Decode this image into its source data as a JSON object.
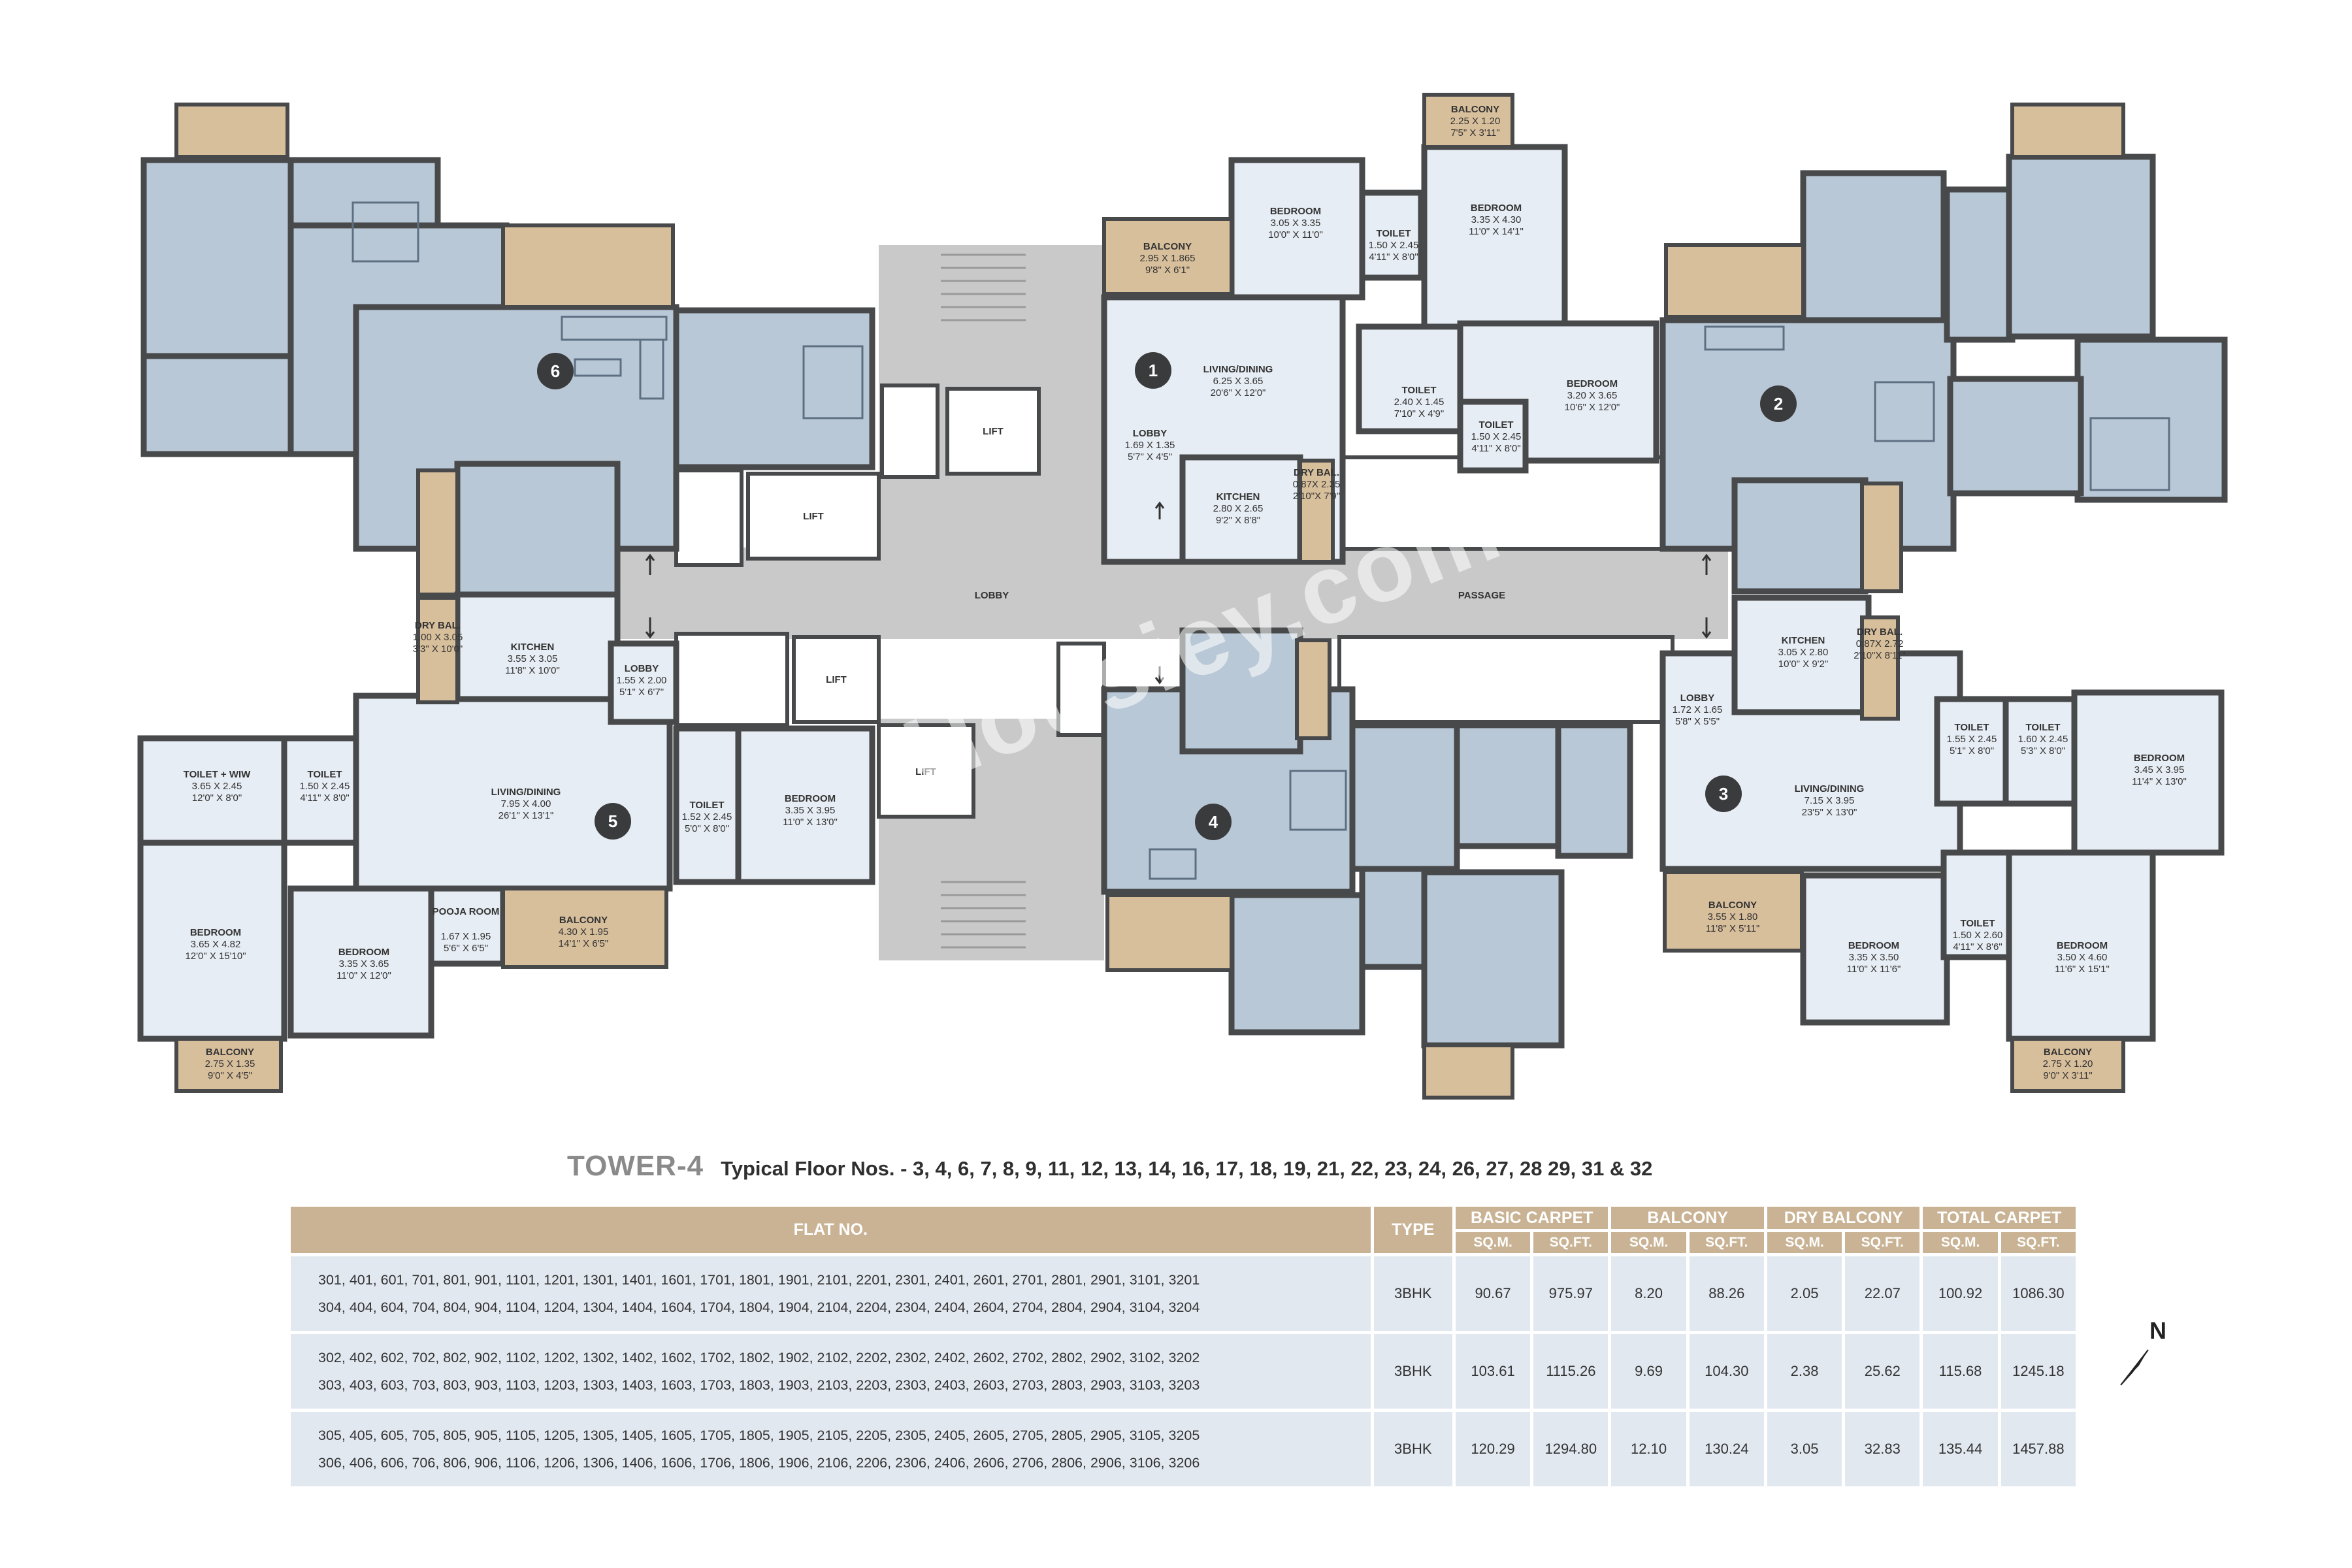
{
  "plan": {
    "core": {
      "lobby_label": "LOBBY",
      "passage_label": "PASSAGE",
      "lift_label": "LIFT"
    },
    "units": [
      {
        "number": "1",
        "rooms": [
          {
            "name": "BEDROOM",
            "metric": "3.05 X 3.35",
            "imperial": "10'0\" X 11'0\""
          },
          {
            "name": "BALCONY",
            "metric": "2.25 X 1.20",
            "imperial": "7'5\" X 3'11\""
          },
          {
            "name": "BEDROOM",
            "metric": "3.35 X 4.30",
            "imperial": "11'0\" X 14'1\""
          },
          {
            "name": "TOILET",
            "metric": "1.50 X 2.45",
            "imperial": "4'11\" X 8'0\""
          },
          {
            "name": "BALCONY",
            "metric": "2.95 X 1.865",
            "imperial": "9'8\" X 6'1\""
          },
          {
            "name": "LIVING/DINING",
            "metric": "6.25 X 3.65",
            "imperial": "20'6\" X 12'0\""
          },
          {
            "name": "TOILET",
            "metric": "2.40 X 1.45",
            "imperial": "7'10\" X 4'9\""
          },
          {
            "name": "BEDROOM",
            "metric": "3.20 X 3.65",
            "imperial": "10'6\" X 12'0\""
          },
          {
            "name": "LOBBY",
            "metric": "1.69 X 1.35",
            "imperial": "5'7\" X 4'5\""
          },
          {
            "name": "TOILET",
            "metric": "1.50 X 2.45",
            "imperial": "4'11\" X 8'0\""
          },
          {
            "name": "KITCHEN",
            "metric": "2.80 X 2.65",
            "imperial": "9'2\" X 8'8\""
          },
          {
            "name": "DRY BAL.",
            "metric": "0.87X 2.35",
            "imperial": "2'10\"X 7'9\""
          }
        ]
      },
      {
        "number": "2",
        "rooms": []
      },
      {
        "number": "3",
        "rooms": [
          {
            "name": "KITCHEN",
            "metric": "3.05 X 2.80",
            "imperial": "10'0\" X 9'2\""
          },
          {
            "name": "DRY BAL.",
            "metric": "0.87X 2.72",
            "imperial": "2'10\"X 8'11\""
          },
          {
            "name": "LOBBY",
            "metric": "1.72 X 1.65",
            "imperial": "5'8\" X 5'5\""
          },
          {
            "name": "TOILET",
            "metric": "1.55 X 2.45",
            "imperial": "5'1\" X 8'0\""
          },
          {
            "name": "TOILET",
            "metric": "1.60 X 2.45",
            "imperial": "5'3\" X 8'0\""
          },
          {
            "name": "BEDROOM",
            "metric": "3.45 X 3.95",
            "imperial": "11'4\" X 13'0\""
          },
          {
            "name": "LIVING/DINING",
            "metric": "7.15 X 3.95",
            "imperial": "23'5\" X 13'0\""
          },
          {
            "name": "BALCONY",
            "metric": "3.55 X 1.80",
            "imperial": "11'8\" X 5'11\""
          },
          {
            "name": "BEDROOM",
            "metric": "3.35 X 3.50",
            "imperial": "11'0\" X 11'6\""
          },
          {
            "name": "TOILET",
            "metric": "1.50 X 2.60",
            "imperial": "4'11\" X 8'6\""
          },
          {
            "name": "BEDROOM",
            "metric": "3.50 X 4.60",
            "imperial": "11'6\" X 15'1\""
          },
          {
            "name": "BALCONY",
            "metric": "2.75 X 1.20",
            "imperial": "9'0\" X 3'11\""
          }
        ]
      },
      {
        "number": "4",
        "rooms": []
      },
      {
        "number": "5",
        "rooms": [
          {
            "name": "DRY BAL.",
            "metric": "1.00 X 3.05",
            "imperial": "3'3\" X 10'0\""
          },
          {
            "name": "KITCHEN",
            "metric": "3.55 X 3.05",
            "imperial": "11'8\" X 10'0\""
          },
          {
            "name": "LOBBY",
            "metric": "1.55 X 2.00",
            "imperial": "5'1\" X 6'7\""
          },
          {
            "name": "TOILET + WIW",
            "metric": "3.65 X 2.45",
            "imperial": "12'0\" X 8'0\""
          },
          {
            "name": "TOILET",
            "metric": "1.50 X 2.45",
            "imperial": "4'11\" X 8'0\""
          },
          {
            "name": "LIVING/DINING",
            "metric": "7.95 X 4.00",
            "imperial": "26'1\" X 13'1\""
          },
          {
            "name": "TOILET",
            "metric": "1.52 X 2.45",
            "imperial": "5'0\" X 8'0\""
          },
          {
            "name": "BEDROOM",
            "metric": "3.35 X 3.95",
            "imperial": "11'0\" X 13'0\""
          },
          {
            "name": "BEDROOM",
            "metric": "3.65 X 4.82",
            "imperial": "12'0\" X 15'10\""
          },
          {
            "name": "BEDROOM",
            "metric": "3.35 X 3.65",
            "imperial": "11'0\" X 12'0\""
          },
          {
            "name": "POOJA ROOM",
            "metric": "1.67 X 1.95",
            "imperial": "5'6\" X 6'5\""
          },
          {
            "name": "BALCONY",
            "metric": "4.30 X 1.95",
            "imperial": "14'1\" X 6'5\""
          },
          {
            "name": "BALCONY",
            "metric": "2.75 X 1.35",
            "imperial": "9'0\" X 4'5\""
          }
        ]
      },
      {
        "number": "6",
        "rooms": []
      }
    ]
  },
  "heading": {
    "tower": "TOWER-4",
    "floors": "Typical Floor Nos. - 3, 4, 6, 7, 8, 9, 11, 12, 13, 14, 16, 17, 18, 19, 21, 22, 23, 24, 26, 27, 28 29, 31 & 32"
  },
  "table": {
    "headers": {
      "flat_no": "FLAT NO.",
      "type": "TYPE",
      "basic_carpet": "BASIC CARPET",
      "balcony": "BALCONY",
      "dry_balcony": "DRY BALCONY",
      "total_carpet": "TOTAL CARPET",
      "sqm": "SQ.M.",
      "sqft": "SQ.FT."
    },
    "rows": [
      {
        "flats": [
          "301, 401, 601, 701, 801, 901, 1101, 1201, 1301, 1401, 1601, 1701, 1801, 1901, 2101, 2201, 2301, 2401, 2601, 2701, 2801, 2901, 3101, 3201",
          "304, 404,  604, 704, 804, 904, 1104, 1204, 1304, 1404, 1604, 1704, 1804, 1904, 2104, 2204, 2304, 2404, 2604, 2704, 2804, 2904, 3104, 3204"
        ],
        "type": "3BHK",
        "basic_sqm": "90.67",
        "basic_sqft": "975.97",
        "bal_sqm": "8.20",
        "bal_sqft": "88.26",
        "dry_sqm": "2.05",
        "dry_sqft": "22.07",
        "total_sqm": "100.92",
        "total_sqft": "1086.30"
      },
      {
        "flats": [
          "302, 402, 602, 702, 802, 902, 1102, 1202, 1302, 1402, 1602, 1702, 1802, 1902, 2102, 2202, 2302, 2402, 2602, 2702, 2802, 2902, 3102, 3202",
          "303, 403, 603, 703, 803, 903, 1103, 1203, 1303, 1403, 1603, 1703, 1803, 1903, 2103, 2203, 2303, 2403, 2603, 2703, 2803, 2903, 3103, 3203"
        ],
        "type": "3BHK",
        "basic_sqm": "103.61",
        "basic_sqft": "1115.26",
        "bal_sqm": "9.69",
        "bal_sqft": "104.30",
        "dry_sqm": "2.38",
        "dry_sqft": "25.62",
        "total_sqm": "115.68",
        "total_sqft": "1245.18"
      },
      {
        "flats": [
          "305, 405,  605, 705, 805, 905, 1105, 1205, 1305, 1405, 1605, 1705, 1805, 1905, 2105, 2205, 2305, 2405, 2605, 2705, 2805, 2905, 3105, 3205",
          "306, 406, 606, 706, 806, 906, 1106, 1206, 1306, 1406,  1606, 1706, 1806, 1906, 2106, 2206, 2306, 2406, 2606, 2706, 2806, 2906, 3106, 3206"
        ],
        "type": "3BHK",
        "basic_sqm": "120.29",
        "basic_sqft": "1294.80",
        "bal_sqm": "12.10",
        "bal_sqft": "130.24",
        "dry_sqm": "3.05",
        "dry_sqft": "32.83",
        "total_sqm": "135.44",
        "total_sqft": "1457.88"
      }
    ]
  },
  "compass": {
    "label": "N"
  },
  "watermark": "Housiey.com"
}
